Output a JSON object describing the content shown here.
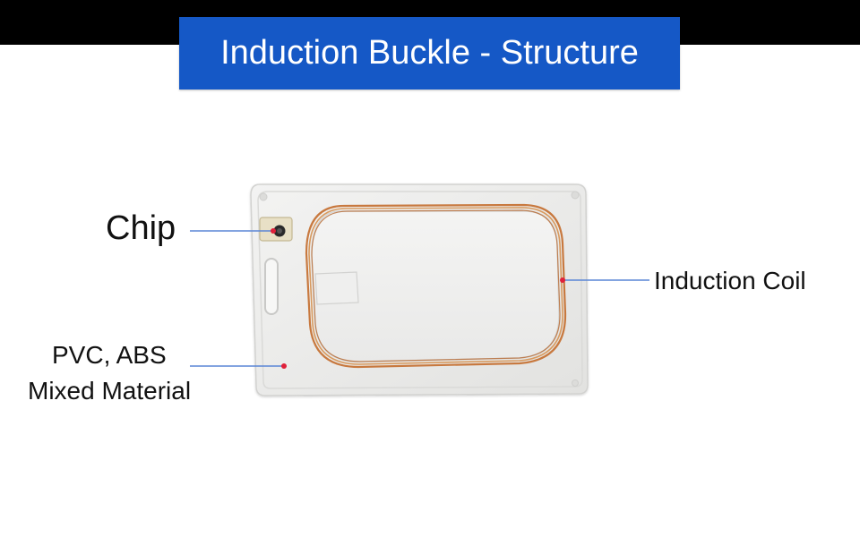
{
  "title": "Induction Buckle - Structure",
  "labels": {
    "chip": "Chip",
    "induction_coil": "Induction Coil",
    "material_line1": "PVC, ABS",
    "material_line2": "Mixed Material"
  },
  "colors": {
    "header_bar": "#000000",
    "title_background": "#1558c6",
    "title_text": "#ffffff",
    "leader_line": "#5a86d6",
    "marker_dot": "#e0203a",
    "card_body": "#ebebea",
    "coil": "#c8793f"
  }
}
